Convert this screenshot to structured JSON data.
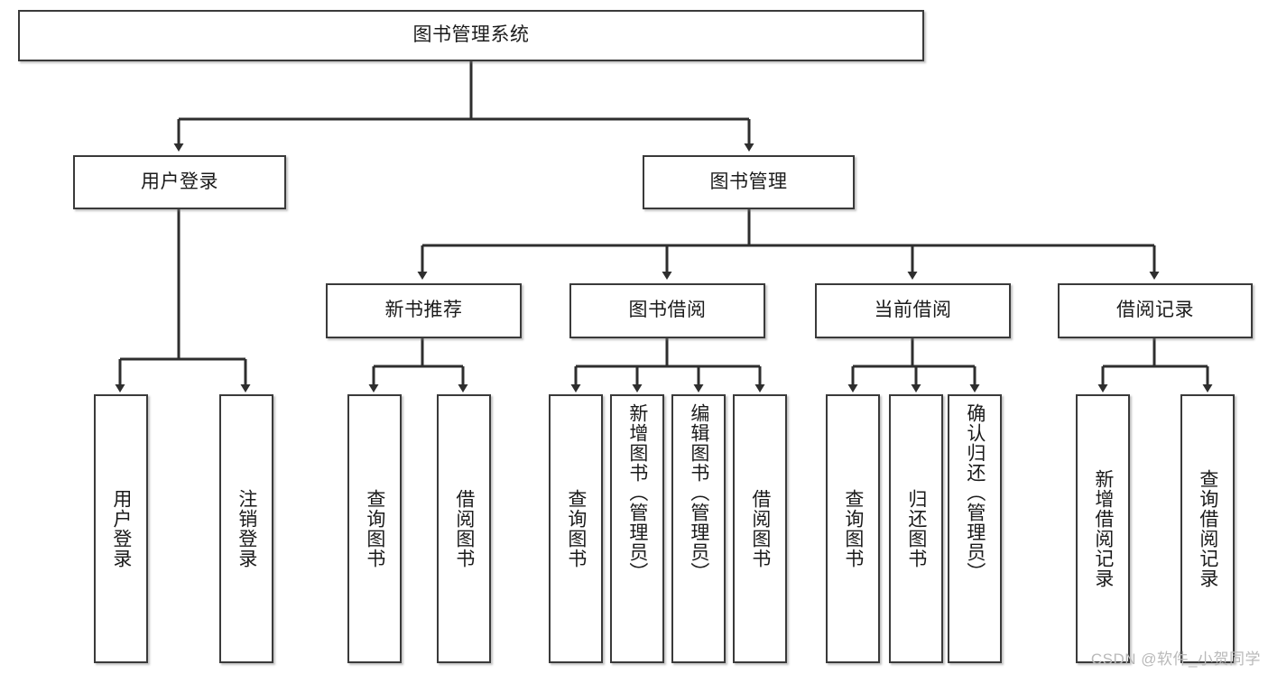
{
  "diagram": {
    "title_node": {
      "id": "root",
      "label": "图书管理系统"
    },
    "level2": [
      {
        "id": "user-login",
        "label": "用户登录"
      },
      {
        "id": "book-management",
        "label": "图书管理"
      }
    ],
    "level3": [
      {
        "id": "new-book-recommend",
        "label": "新书推荐"
      },
      {
        "id": "book-borrow",
        "label": "图书借阅"
      },
      {
        "id": "current-borrow",
        "label": "当前借阅"
      },
      {
        "id": "borrow-record",
        "label": "借阅记录"
      }
    ],
    "leaves": [
      {
        "id": "leaf-user-login",
        "label": "用户登录",
        "parent": "user-login"
      },
      {
        "id": "leaf-logout-login",
        "label": "注销登录",
        "parent": "user-login"
      },
      {
        "id": "leaf-query-book-1",
        "label": "查询图书",
        "parent": "new-book-recommend"
      },
      {
        "id": "leaf-borrow-book-1",
        "label": "借阅图书",
        "parent": "new-book-recommend"
      },
      {
        "id": "leaf-query-book-2",
        "label": "查询图书",
        "parent": "book-borrow"
      },
      {
        "id": "leaf-add-book",
        "label": "新增图书（管理员）",
        "parent": "book-borrow"
      },
      {
        "id": "leaf-edit-book",
        "label": "编辑图书（管理员）",
        "parent": "book-borrow"
      },
      {
        "id": "leaf-borrow-book-2",
        "label": "借阅图书",
        "parent": "book-borrow"
      },
      {
        "id": "leaf-query-book-3",
        "label": "查询图书",
        "parent": "current-borrow"
      },
      {
        "id": "leaf-return-book",
        "label": "归还图书",
        "parent": "current-borrow"
      },
      {
        "id": "leaf-confirm-return",
        "label": "确认归还（管理员）",
        "parent": "current-borrow"
      },
      {
        "id": "leaf-add-record",
        "label": "新增借阅记录",
        "parent": "borrow-record"
      },
      {
        "id": "leaf-query-record",
        "label": "查询借阅记录",
        "parent": "borrow-record"
      }
    ],
    "colors": {
      "border": "#3a3a3a",
      "fill": "#ffffff",
      "text": "#1b1b1b",
      "edge": "#2e2e2e",
      "watermark": "#b9b9b9"
    }
  },
  "watermark": {
    "text": "CSDN @软件_小贺同学"
  }
}
